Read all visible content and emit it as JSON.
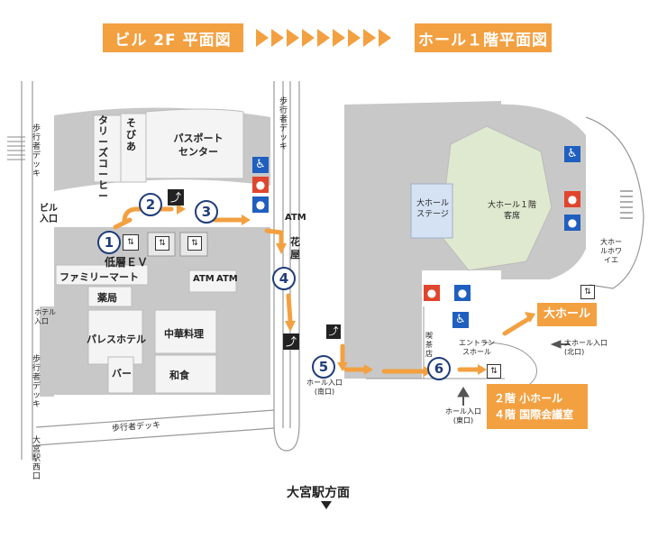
{
  "header": {
    "left_title": "ビル 2F 平面図",
    "right_title": "ホール１階平面図"
  },
  "steps": [
    "1",
    "2",
    "3",
    "4",
    "5",
    "6"
  ],
  "building": {
    "shops": {
      "tullys": "タリーズコーヒー",
      "sobia": "そびあ",
      "passport": "パスポートセンター",
      "familymart": "ファミリーマート",
      "pharmacy": "薬局",
      "palace_hotel": "パレスホテル",
      "bar": "バー",
      "chinese": "中華料理",
      "japanese": "和食",
      "florist": "花屋"
    },
    "atm": "ATM",
    "low_floor_ev": "低層ＥＶ",
    "building_entrance": "ビル入口",
    "hotel_entrance": "ホテル入口",
    "walkway_top": "歩行者デッキ",
    "walkway_left_top": "歩行者デッキ",
    "walkway_left_bottom": "歩行者デッキ",
    "walkway_bottom": "歩行者デッキ",
    "west_exit": "大宮駅西口"
  },
  "hall": {
    "stage": "大ホールステージ",
    "seats": "大ホール１階客席",
    "foyer": "大ホールホワイエ",
    "cafe": "喫茶店",
    "entrance_hall": "エントランスホール",
    "south_entrance": "ホール入口(南口)",
    "east_entrance": "ホール入口(東口)",
    "north_entrance": "大ホール入口(北口)",
    "big_hall_label": "大ホール",
    "small_hall_label": "２階 小ホール",
    "conference_label": "４階 国際会議室"
  },
  "footer": {
    "direction": "大宮駅方面"
  },
  "colors": {
    "accent": "#f3a041",
    "step_number": "#1f3d7a",
    "building_gray": "#c8c8c8",
    "restroom_male": "#1f5fbf",
    "restroom_female": "#e0452d",
    "accessible": "#1f5fbf"
  }
}
